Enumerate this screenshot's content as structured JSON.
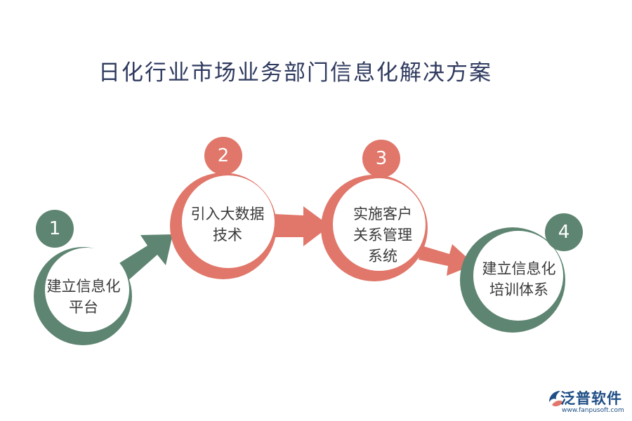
{
  "title": "日化行业市场业务部门信息化解决方案",
  "colors": {
    "green": "#5e8572",
    "salmon": "#e0776a",
    "title": "#2f3a5f",
    "brand": "#1f4e86"
  },
  "steps": [
    {
      "number": "1",
      "line1": "建立信息化",
      "line2": "平台",
      "line3": ""
    },
    {
      "number": "2",
      "line1": "引入大数据",
      "line2": "技术",
      "line3": ""
    },
    {
      "number": "3",
      "line1": "实施客户",
      "line2": "关系管理",
      "line3": "系统"
    },
    {
      "number": "4",
      "line1": "建立信息化",
      "line2": "培训体系",
      "line3": ""
    }
  ],
  "brand": {
    "name": "泛普软件",
    "url": "www.fanpusoft.com",
    "icon": "fanpu-logo-icon"
  }
}
